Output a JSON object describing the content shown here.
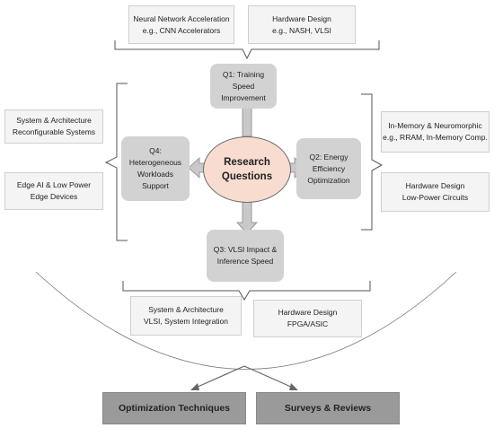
{
  "center": {
    "line1": "Research",
    "line2": "Questions"
  },
  "questions": [
    {
      "id": "q1",
      "lines": [
        "Q1: Training",
        "Speed",
        "Improvement"
      ]
    },
    {
      "id": "q2",
      "lines": [
        "Q2: Energy",
        "Efficiency",
        "Optimization"
      ]
    },
    {
      "id": "q3",
      "lines": [
        "Q3: VLSI Impact &",
        "Inference Speed"
      ]
    },
    {
      "id": "q4",
      "lines": [
        "Q4:",
        "Heterogeneous",
        "Workloads",
        "Support"
      ]
    }
  ],
  "top_boxes": [
    {
      "line1": "Neural Network Acceleration",
      "line2": "e.g., CNN Accelerators"
    },
    {
      "line1": "Hardware Design",
      "line2": "e.g., NASH, VLSI"
    }
  ],
  "left_boxes": [
    {
      "line1": "System & Architecture",
      "line2": "Reconfigurable Systems"
    },
    {
      "line1": "Edge AI & Low Power",
      "line2": "Edge Devices"
    }
  ],
  "right_boxes": [
    {
      "line1": "In-Memory & Neuromorphic",
      "line2": "e.g., RRAM, In-Memory Comp."
    },
    {
      "line1": "Hardware Design",
      "line2": "Low-Power Circuits"
    }
  ],
  "bottom_boxes": [
    {
      "line1": "System & Architecture",
      "line2": "VLSI, System Integration"
    },
    {
      "line1": "Hardware Design",
      "line2": "FPGA/ASIC"
    }
  ],
  "outputs": [
    {
      "label": "Optimization Techniques"
    },
    {
      "label": "Surveys & Reviews"
    }
  ],
  "colors": {
    "center_fill": "#f8dccf",
    "question_fill": "#d2d2d2",
    "category_fill": "#f4f4f4",
    "output_fill": "#9a9a9a",
    "arrow_fill": "#c9c9c9",
    "line": "#555555"
  }
}
